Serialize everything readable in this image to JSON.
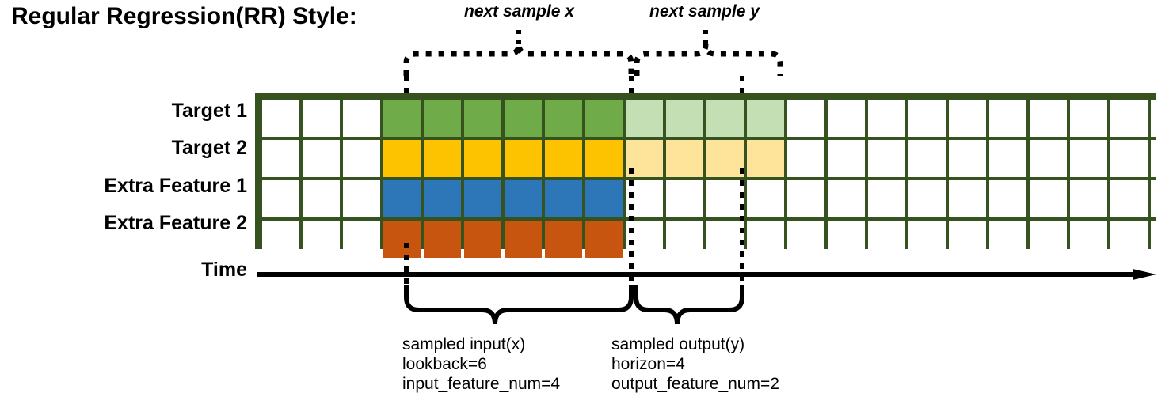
{
  "title": "Regular Regression(RR) Style:",
  "colors": {
    "grid_border": "#36531F",
    "target1": "#6FAB48",
    "target1_faded": "#C4DFB4",
    "target2": "#FDC300",
    "target2_faded": "#FDE49A",
    "extra_feature1": "#2D77B8",
    "extra_feature2": "#C8550F",
    "empty": "#FFFFFF",
    "line": "#000000"
  },
  "rows": [
    {
      "label": "Target 1"
    },
    {
      "label": "Target 2"
    },
    {
      "label": "Extra Feature 1"
    },
    {
      "label": "Extra Feature 2"
    }
  ],
  "axis": {
    "label": "Time"
  },
  "grid": {
    "columns": 24,
    "row_count": 4,
    "input_start_col": 4,
    "input_end_col": 9,
    "output_start_col": 10,
    "output_end_col": 13,
    "cells": [
      [
        "empty",
        "empty",
        "empty",
        "target1",
        "target1",
        "target1",
        "target1",
        "target1",
        "target1",
        "target1_faded",
        "target1_faded",
        "target1_faded",
        "target1_faded",
        "empty",
        "empty",
        "empty",
        "empty",
        "empty",
        "empty",
        "empty",
        "empty",
        "empty",
        "empty",
        "empty"
      ],
      [
        "empty",
        "empty",
        "empty",
        "target2",
        "target2",
        "target2",
        "target2",
        "target2",
        "target2",
        "target2_faded",
        "target2_faded",
        "target2_faded",
        "target2_faded",
        "empty",
        "empty",
        "empty",
        "empty",
        "empty",
        "empty",
        "empty",
        "empty",
        "empty",
        "empty",
        "empty"
      ],
      [
        "empty",
        "empty",
        "empty",
        "extra_feature1",
        "extra_feature1",
        "extra_feature1",
        "extra_feature1",
        "extra_feature1",
        "extra_feature1",
        "empty",
        "empty",
        "empty",
        "empty",
        "empty",
        "empty",
        "empty",
        "empty",
        "empty",
        "empty",
        "empty",
        "empty",
        "empty",
        "empty",
        "empty"
      ],
      [
        "empty",
        "empty",
        "empty",
        "extra_feature2",
        "extra_feature2",
        "extra_feature2",
        "extra_feature2",
        "extra_feature2",
        "extra_feature2",
        "empty",
        "empty",
        "empty",
        "empty",
        "empty",
        "empty",
        "empty",
        "empty",
        "empty",
        "empty",
        "empty",
        "empty",
        "empty",
        "empty",
        "empty"
      ]
    ]
  },
  "top_callouts": [
    {
      "label": "next sample x"
    },
    {
      "label": "next sample y"
    }
  ],
  "bottom_captions": [
    {
      "title": "sampled input(x)",
      "line2": "lookback=6",
      "line3": "input_feature_num=4"
    },
    {
      "title": "sampled output(y)",
      "line2": "horizon=4",
      "line3": "output_feature_num=2"
    }
  ]
}
